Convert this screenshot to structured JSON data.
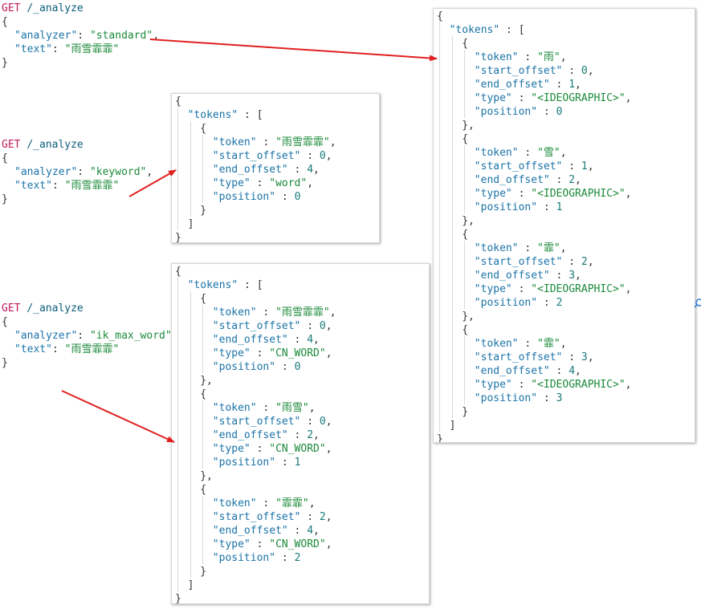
{
  "requests": [
    {
      "method": "GET",
      "path": "/_analyze",
      "open": "{",
      "close": "}",
      "fields": [
        {
          "key": "\"analyzer\"",
          "sep": ": ",
          "value": "\"standard\"",
          "trail": ","
        },
        {
          "key": "\"text\"",
          "sep": ": ",
          "value": "\"雨雪霏霏\"",
          "trail": ""
        }
      ]
    },
    {
      "method": "GET",
      "path": "/_analyze",
      "open": "{",
      "close": "}",
      "fields": [
        {
          "key": "\"analyzer\"",
          "sep": ": ",
          "value": "\"keyword\"",
          "trail": ","
        },
        {
          "key": "\"text\"",
          "sep": ": ",
          "value": "\"雨雪霏霏\"",
          "trail": ""
        }
      ]
    },
    {
      "method": "GET",
      "path": "/_analyze",
      "open": "{",
      "close": "}",
      "fields": [
        {
          "key": "\"analyzer\"",
          "sep": ": ",
          "value": "\"ik_max_word\"",
          "trail": ","
        },
        {
          "key": "\"text\"",
          "sep": ": ",
          "value": "\"雨雪霏霏\"",
          "trail": ""
        }
      ]
    }
  ],
  "responses": {
    "standard": {
      "tokens_key": "\"tokens\"",
      "tokens": [
        {
          "token": "\"雨\"",
          "start_offset": "0",
          "end_offset": "1",
          "type": "\"<IDEOGRAPHIC>\"",
          "position": "0"
        },
        {
          "token": "\"雪\"",
          "start_offset": "1",
          "end_offset": "2",
          "type": "\"<IDEOGRAPHIC>\"",
          "position": "1"
        },
        {
          "token": "\"霏\"",
          "start_offset": "2",
          "end_offset": "3",
          "type": "\"<IDEOGRAPHIC>\"",
          "position": "2"
        },
        {
          "token": "\"霏\"",
          "start_offset": "3",
          "end_offset": "4",
          "type": "\"<IDEOGRAPHIC>\"",
          "position": "3"
        }
      ]
    },
    "keyword": {
      "tokens_key": "\"tokens\"",
      "tokens": [
        {
          "token": "\"雨雪霏霏\"",
          "start_offset": "0",
          "end_offset": "4",
          "type": "\"word\"",
          "position": "0"
        }
      ]
    },
    "ik_max_word": {
      "tokens_key": "\"tokens\"",
      "tokens": [
        {
          "token": "\"雨雪霏霏\"",
          "start_offset": "0",
          "end_offset": "4",
          "type": "\"CN_WORD\"",
          "position": "0"
        },
        {
          "token": "\"雨雪\"",
          "start_offset": "0",
          "end_offset": "2",
          "type": "\"CN_WORD\"",
          "position": "1"
        },
        {
          "token": "\"霏霏\"",
          "start_offset": "2",
          "end_offset": "4",
          "type": "\"CN_WORD\"",
          "position": "2"
        }
      ]
    }
  },
  "field_keys": {
    "token": "\"token\"",
    "start_offset": "\"start_offset\"",
    "end_offset": "\"end_offset\"",
    "type": "\"type\"",
    "position": "\"position\""
  },
  "colors": {
    "method": "#c2185b",
    "path": "#0b5e7a",
    "key": "#1a73a8",
    "string": "#1b8a3a",
    "number": "#1a7a7a",
    "arrow": "#e02020"
  },
  "icons": {
    "edge": "search-icon"
  }
}
